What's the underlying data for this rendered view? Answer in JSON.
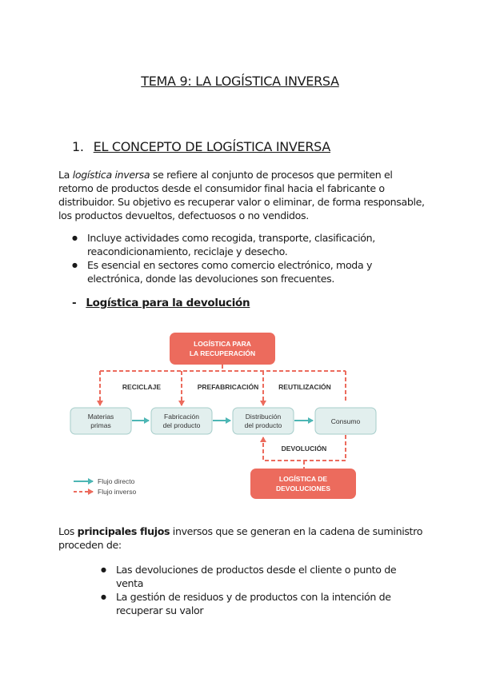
{
  "title": "TEMA 9: LA LOGÍSTICA INVERSA",
  "section": {
    "number": "1.",
    "title": "EL CONCEPTO DE LOGÍSTICA INVERSA"
  },
  "intro": {
    "pre": "La ",
    "term": "logística inversa",
    "post": " se refiere al conjunto de procesos que permiten el retorno de productos desde el consumidor final hacia el fabricante o distribuidor. Su objetivo es recuperar valor o eliminar, de forma responsable, los productos devueltos, defectuosos o no vendidos."
  },
  "bullets1": [
    "Incluye actividades como recogida, transporte, clasificación, reacondicionamiento, reciclaje y desecho.",
    "Es esencial en sectores como comercio electrónico, moda y electrónica, donde las devoluciones son frecuentes."
  ],
  "subsection": {
    "dash": "-",
    "title": "Logística para la devolución"
  },
  "diagram": {
    "top_box": [
      "LOGÍSTICA PARA",
      "LA RECUPERACIÓN"
    ],
    "bottom_box": [
      "LOGÍSTICA DE",
      "DEVOLUCIONES"
    ],
    "nodes": [
      [
        "Materias",
        "primas"
      ],
      [
        "Fabricación",
        "del producto"
      ],
      [
        "Distribución",
        "del producto"
      ],
      [
        "Consumo"
      ]
    ],
    "labels": {
      "reciclaje": "RECICLAJE",
      "prefabricacion": "PREFABRICACIÓN",
      "reutilizacion": "REUTILIZACIÓN",
      "devolucion": "DEVOLUCIÓN"
    },
    "legend": {
      "direct": "Flujo directo",
      "inverse": "Flujo inverso"
    },
    "colors": {
      "accent": "#ec6b5d",
      "teal": "#4db6b4",
      "node_fill": "#e2efee",
      "node_stroke": "#a6cdca"
    }
  },
  "flows": {
    "pre": "Los ",
    "strong": "principales flujos",
    "post": " inversos que se generan en la cadena de suministro proceden de:"
  },
  "bullets2": [
    "Las devoluciones de productos desde el cliente o punto de venta",
    "La gestión de residuos y de productos con la intención de recuperar su valor"
  ]
}
